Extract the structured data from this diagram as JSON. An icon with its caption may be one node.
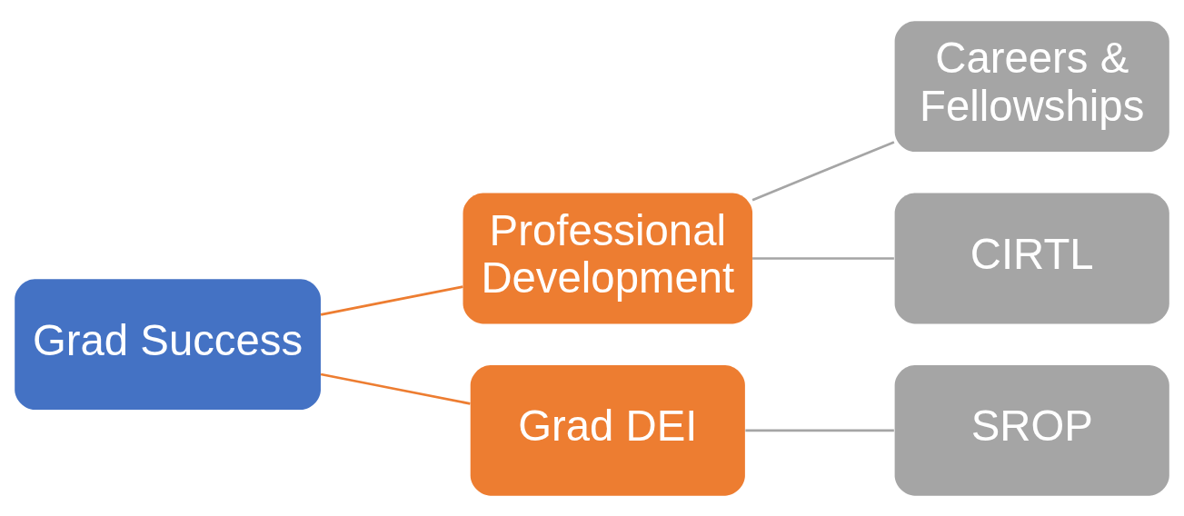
{
  "diagram": {
    "nodes": [
      {
        "text": [
          "Grad Success"
        ]
      },
      {
        "text": [
          "Professional Development"
        ]
      },
      {
        "text": [
          "Careers & Fellowships"
        ]
      },
      {
        "text": [
          "CIRTL"
        ]
      },
      {
        "text": [
          "Grad DEI"
        ]
      },
      {
        "text": [
          "SROP"
        ]
      }
    ],
    "edges": [
      {
        "from": 0,
        "to": 1,
        "arrow": "none",
        "color": "#ed7d31"
      },
      {
        "from": 1,
        "to": 2,
        "arrow": "none"
      },
      {
        "from": 1,
        "to": 3,
        "arrow": "none"
      },
      {
        "from": 0,
        "to": 4,
        "arrow": "none",
        "color": "#ed7d31"
      },
      {
        "from": 4,
        "to": 5,
        "arrow": "none"
      }
    ]
  }
}
